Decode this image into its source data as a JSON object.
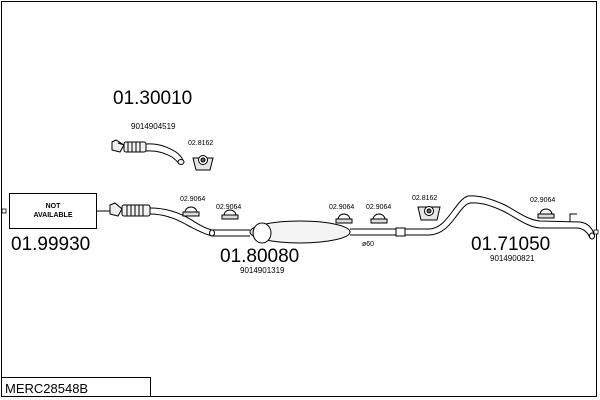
{
  "not_available_box": {
    "text": "NOT\nAVAILABLE"
  },
  "parts": {
    "front_pipe": {
      "number": "01.30010",
      "code": "9014904519"
    },
    "front_pipe_2": {
      "number": "01.99930"
    },
    "middle_silencer": {
      "number": "01.80080",
      "code": "9014901319"
    },
    "rear_silencer": {
      "number": "01.71050",
      "code": "9014900821"
    }
  },
  "fittings": {
    "gasket_top": "02.8162",
    "clamp_1": "02.9064",
    "clamp_2": "02.9064",
    "clamp_3": "02.9064",
    "clamp_4": "02.9064",
    "gasket_mid": "02.8162",
    "clamp_5": "02.9064"
  },
  "pipe_diameter_label": "ø60",
  "reference_code": "MERC28548B"
}
